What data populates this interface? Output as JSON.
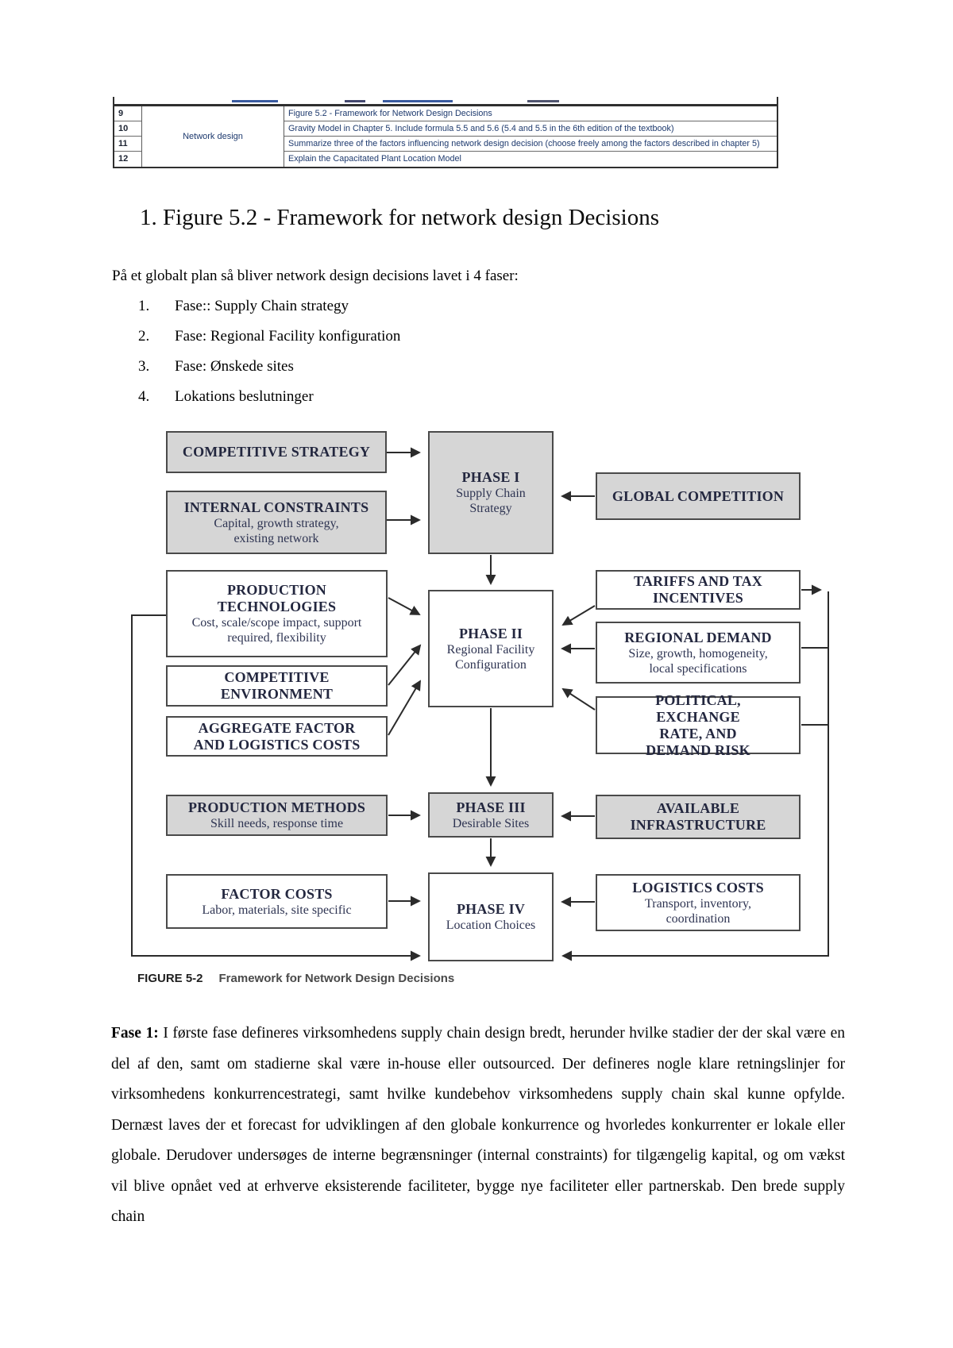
{
  "table": {
    "topic": "Network design",
    "rows": [
      {
        "num": "9",
        "content": "Figure 5.2 - Framework for Network Design Decisions"
      },
      {
        "num": "10",
        "content": "Gravity Model in Chapter 5. Include formula 5.5 and 5.6 (5.4 and 5.5 in the 6th edition of the textbook)"
      },
      {
        "num": "11",
        "content": "Summarize three of the factors influencing network design decision (choose freely among the factors described in chapter 5)"
      },
      {
        "num": "12",
        "content": "Explain the Capacitated Plant Location Model"
      }
    ]
  },
  "heading": "1. Figure 5.2 - Framework for network design Decisions",
  "intro": "På et globalt plan så bliver network design decisions lavet i 4 faser:",
  "phases_list": [
    {
      "num": "1.",
      "text": "Fase:: Supply Chain strategy"
    },
    {
      "num": "2.",
      "text": "Fase: Regional Facility konfiguration"
    },
    {
      "num": "3.",
      "text": "Fase: Ønskede sites"
    },
    {
      "num": "4.",
      "text": "Lokations beslutninger"
    }
  ],
  "diagram": {
    "boxes": {
      "competitive_strategy": {
        "title": "COMPETITIVE STRATEGY"
      },
      "internal_constraints": {
        "title": "INTERNAL CONSTRAINTS",
        "sub": "Capital, growth strategy, existing network"
      },
      "phase1": {
        "title": "PHASE I",
        "sub": "Supply Chain Strategy"
      },
      "global_competition": {
        "title": "GLOBAL COMPETITION"
      },
      "production_technologies": {
        "title": "PRODUCTION TECHNOLOGIES",
        "sub": "Cost, scale/scope impact, support required, flexibility"
      },
      "phase2": {
        "title": "PHASE II",
        "sub": "Regional Facility Configuration"
      },
      "tariffs": {
        "title": "TARIFFS AND TAX INCENTIVES"
      },
      "regional_demand": {
        "title": "REGIONAL DEMAND",
        "sub": "Size, growth, homogeneity, local specifications"
      },
      "competitive_environment": {
        "title": "COMPETITIVE ENVIRONMENT"
      },
      "political": {
        "title": "POLITICAL, EXCHANGE RATE, AND DEMAND RISK"
      },
      "aggregate_factor": {
        "title": "AGGREGATE FACTOR AND LOGISTICS COSTS"
      },
      "production_methods": {
        "title": "PRODUCTION METHODS",
        "sub": "Skill needs, response time"
      },
      "phase3": {
        "title": "PHASE III",
        "sub": "Desirable Sites"
      },
      "available_infrastructure": {
        "title": "AVAILABLE INFRASTRUCTURE"
      },
      "factor_costs": {
        "title": "FACTOR COSTS",
        "sub": "Labor, materials, site specific"
      },
      "phase4": {
        "title": "PHASE IV",
        "sub": "Location Choices"
      },
      "logistics_costs": {
        "title": "LOGISTICS COSTS",
        "sub": "Transport, inventory, coordination"
      }
    },
    "caption_label": "FIGURE 5-2",
    "caption_text": "Framework for Network Design Decisions"
  },
  "body": {
    "lead": "Fase 1:",
    "text": " I første fase defineres virksomhedens supply chain design bredt, herunder hvilke stadier der der skal være en del af den, samt om stadierne skal være in-house eller outsourced. Der defineres nogle klare retningslinjer for virksomhedens konkurrencestrategi, samt hvilke kundebehov virksomhedens supply chain skal kunne opfylde. Dernæst laves der et forecast for udviklingen af den globale konkurrence og hvorledes konkurrenter er lokale eller globale. Derudover undersøges de interne begrænsninger (internal constraints) for tilgængelig kapital, og om vækst vil blive opnået ved at erhverve eksisterende faciliteter, bygge nye faciliteter eller partnerskab. Den brede supply chain"
  },
  "colors": {
    "box_fill_gray": "#d6d6d6",
    "box_border": "#4a4a4a",
    "diagram_text": "#23273f",
    "table_text": "#1e3a6e",
    "arrow": "#2b2b2b"
  }
}
